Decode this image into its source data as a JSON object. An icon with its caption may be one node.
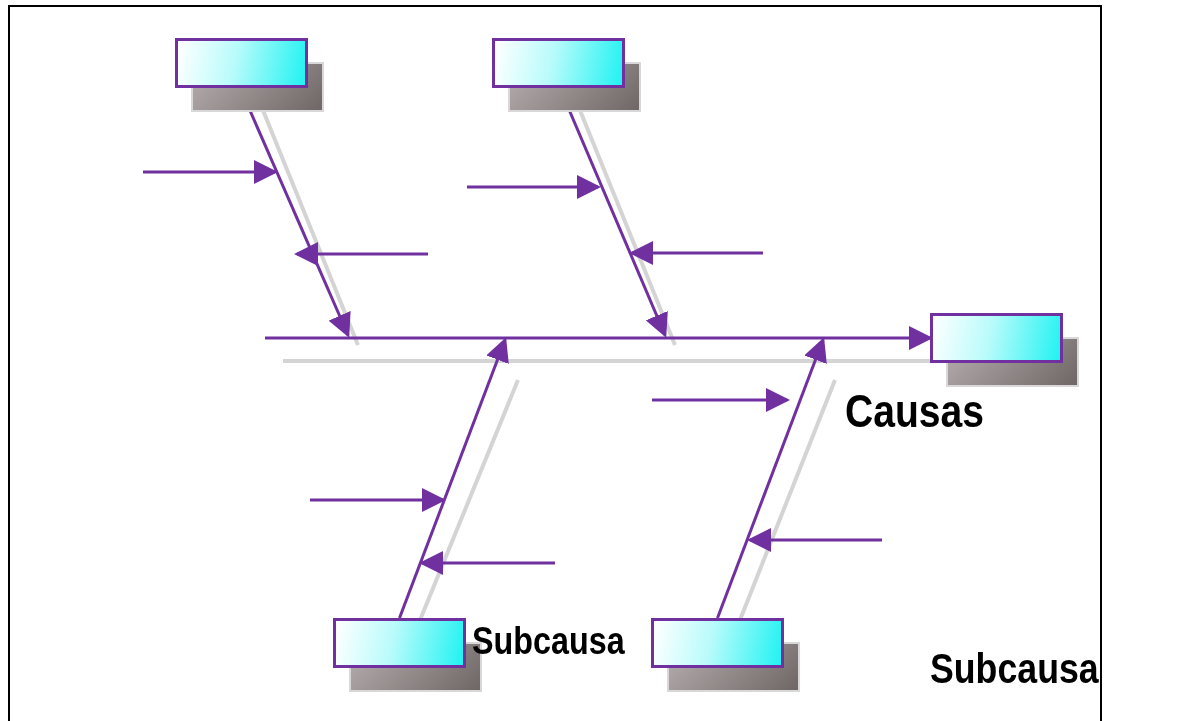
{
  "diagram": {
    "nodes": [
      {
        "text": [],
        "shape": "box"
      },
      {
        "text": [],
        "shape": "box"
      },
      {
        "text": [],
        "shape": "box"
      },
      {
        "text": [],
        "shape": "box"
      },
      {
        "text": [],
        "shape": "box"
      }
    ],
    "edges": [
      {
        "from": null,
        "to": 2,
        "arrow": "to"
      },
      {
        "from": 0,
        "to": null,
        "arrow": "to"
      },
      {
        "from": 1,
        "to": null,
        "arrow": "to"
      },
      {
        "from": 3,
        "to": null,
        "arrow": "to"
      },
      {
        "from": 4,
        "to": null,
        "arrow": "to"
      }
    ],
    "labels": [
      "Causas",
      "Subcausa",
      "Subcausa"
    ]
  }
}
